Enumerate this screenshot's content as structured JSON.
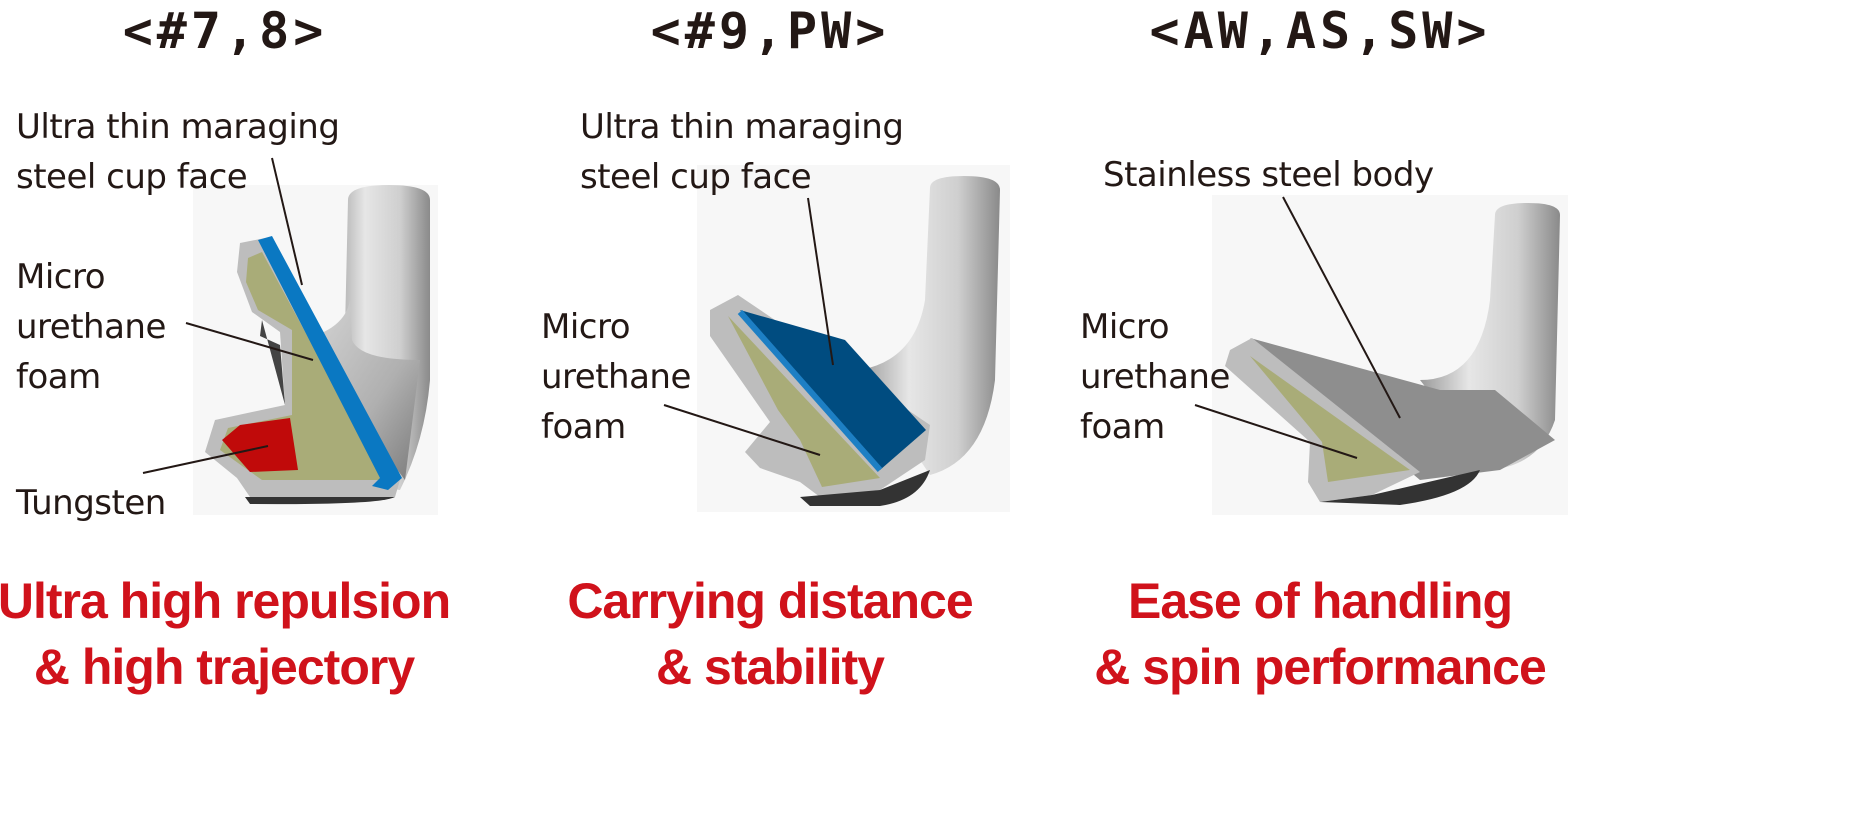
{
  "columns": [
    {
      "header": "<#7,8>",
      "labels": {
        "face": [
          "Ultra thin maraging",
          "steel cup face"
        ],
        "foam": [
          "Micro",
          "urethane",
          "foam"
        ],
        "tungsten": "Tungsten"
      },
      "tagline": [
        "Ultra high repulsion",
        "& high trajectory"
      ]
    },
    {
      "header": "<#9,PW>",
      "labels": {
        "face": [
          "Ultra thin maraging",
          "steel cup face"
        ],
        "foam": [
          "Micro",
          "urethane",
          "foam"
        ]
      },
      "tagline": [
        "Carrying distance",
        "& stability"
      ]
    },
    {
      "header": "<AW,AS,SW>",
      "labels": {
        "body": "Stainless steel body",
        "foam": [
          "Micro",
          "urethane",
          "foam"
        ]
      },
      "tagline": [
        "Ease of handling",
        "& spin performance"
      ]
    }
  ],
  "colors": {
    "tagline": "#d0121b",
    "foam": "#a9ac78",
    "cup_face_blue": "#0a78c2",
    "cup_face_dark_blue": "#004c80",
    "tungsten": "#c00a0a",
    "steel": "#bdbdbd"
  }
}
